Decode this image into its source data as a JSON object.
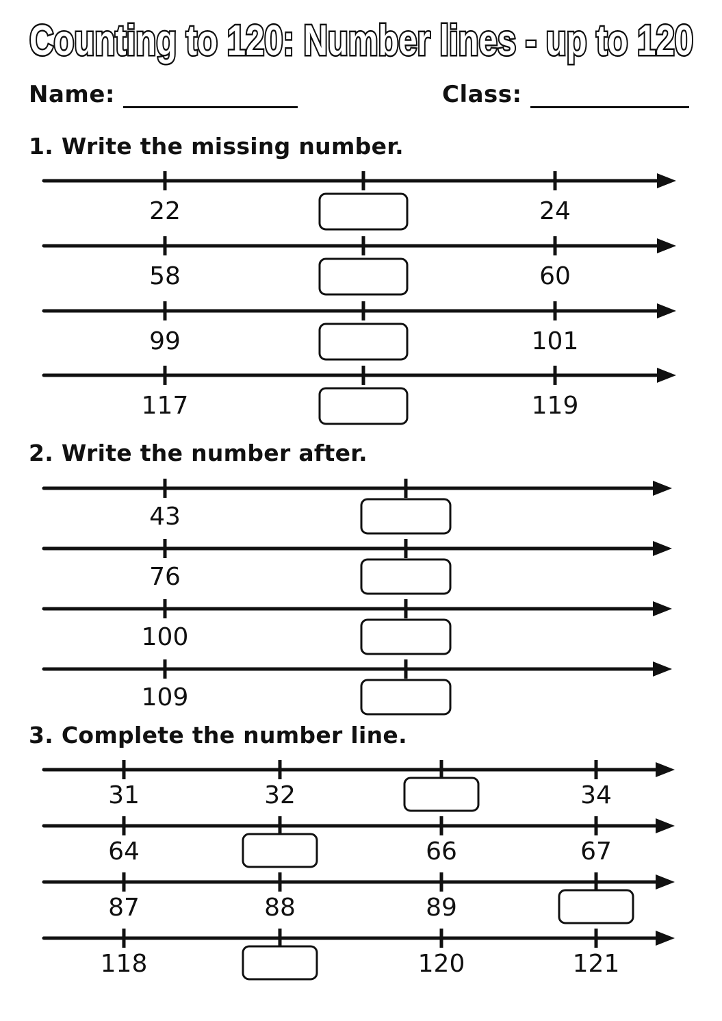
{
  "title": "Counting to 120: Number lines - up to 120",
  "name_label": "Name:",
  "class_label": "Class:",
  "sections": [
    {
      "heading": "1. Write the missing number.",
      "rows": [
        [
          "22",
          null,
          "24"
        ],
        [
          "58",
          null,
          "60"
        ],
        [
          "99",
          null,
          "101"
        ],
        [
          "117",
          null,
          "119"
        ]
      ]
    },
    {
      "heading": "2. Write the number after.",
      "rows": [
        [
          "43",
          null
        ],
        [
          "76",
          null
        ],
        [
          "100",
          null
        ],
        [
          "109",
          null
        ]
      ]
    },
    {
      "heading": "3. Complete the number line.",
      "rows": [
        [
          "31",
          "32",
          null,
          "34"
        ],
        [
          "64",
          null,
          "66",
          "67"
        ],
        [
          "87",
          "88",
          "89",
          null
        ],
        [
          "118",
          null,
          "120",
          "121"
        ]
      ]
    }
  ]
}
